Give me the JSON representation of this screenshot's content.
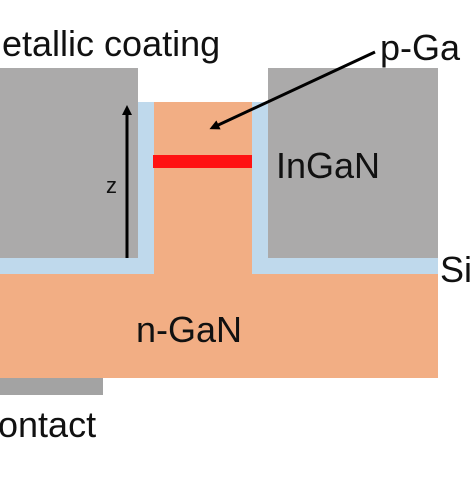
{
  "labels": {
    "metallic_coating": "etallic coating",
    "p_gan": "p-Ga",
    "ingan": "InGaN",
    "z_axis": "z",
    "si": "Si",
    "n_gan": "n-GaN",
    "contact": "ontact"
  },
  "colors": {
    "metal": "#abaaaa",
    "gan": "#f2ae84",
    "dielectric": "#bfd9ec",
    "ingan_layer": "#ff1212",
    "contact": "#a3a3a3",
    "arrow": "#000000"
  }
}
